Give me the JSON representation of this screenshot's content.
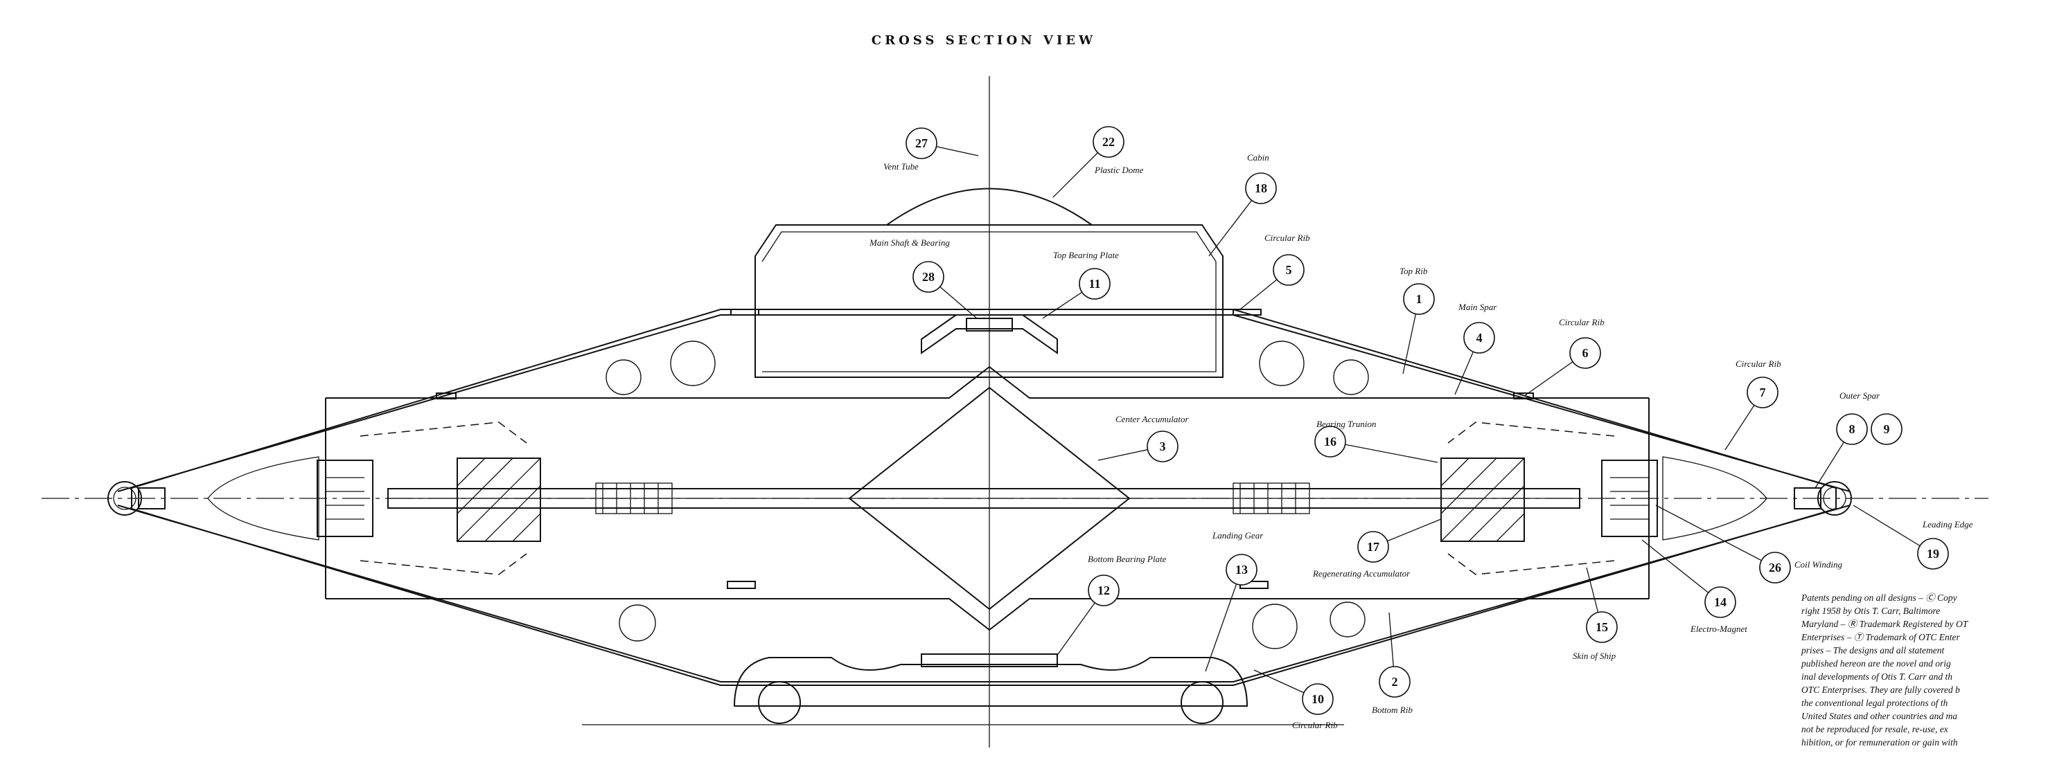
{
  "title": "CROSS SECTION VIEW",
  "callouts": [
    {
      "num": "27",
      "label": "Vent Tube"
    },
    {
      "num": "22",
      "label": "Plastic Dome"
    },
    {
      "num": "18",
      "label": "Cabin"
    },
    {
      "num": "28",
      "label": "Main Shaft & Bearing"
    },
    {
      "num": "11",
      "label": "Top Bearing Plate"
    },
    {
      "num": "5",
      "label": "Circular Rib"
    },
    {
      "num": "1",
      "label": "Top Rib"
    },
    {
      "num": "4",
      "label": "Main Spar"
    },
    {
      "num": "6",
      "label": "Circular Rib"
    },
    {
      "num": "7",
      "label": "Circular Rib"
    },
    {
      "num": "8",
      "label": "Outer Spar"
    },
    {
      "num": "9",
      "label": ""
    },
    {
      "num": "3",
      "label": "Center Accumulator"
    },
    {
      "num": "16",
      "label": "Bearing Trunion"
    },
    {
      "num": "19",
      "label": "Leading Edge"
    },
    {
      "num": "26",
      "label": "Coil Winding"
    },
    {
      "num": "17",
      "label": ""
    },
    {
      "num": "14",
      "label": "Electro-Magnet"
    },
    {
      "num": "15",
      "label": "Skin of Ship"
    },
    {
      "num": "12",
      "label": "Bottom Bearing Plate"
    },
    {
      "num": "13",
      "label": "Landing Gear"
    },
    {
      "num": "10",
      "label": "Circular Rib"
    },
    {
      "num": "2",
      "label": "Bottom Rib"
    }
  ],
  "extra_labels": {
    "regenerating_accumulator": "Regenerating Accumulator"
  },
  "patent_notice": [
    "Patents pending on all designs – Ⓒ Copy",
    "right 1958 by Otis T. Carr, Baltimore",
    "Maryland – Ⓡ Trademark Registered by OT",
    "Enterprises – Ⓣ Trademark of OTC Enter",
    "prises – The designs and all statement",
    "published hereon are the novel and orig",
    "inal developments of Otis T. Carr and th",
    "OTC Enterprises. They are fully covered b",
    "the conventional legal protections of th",
    "United States and other countries and ma",
    "not be reproduced for resale, re-use, ex",
    "hibition, or for remuneration or gain with"
  ]
}
